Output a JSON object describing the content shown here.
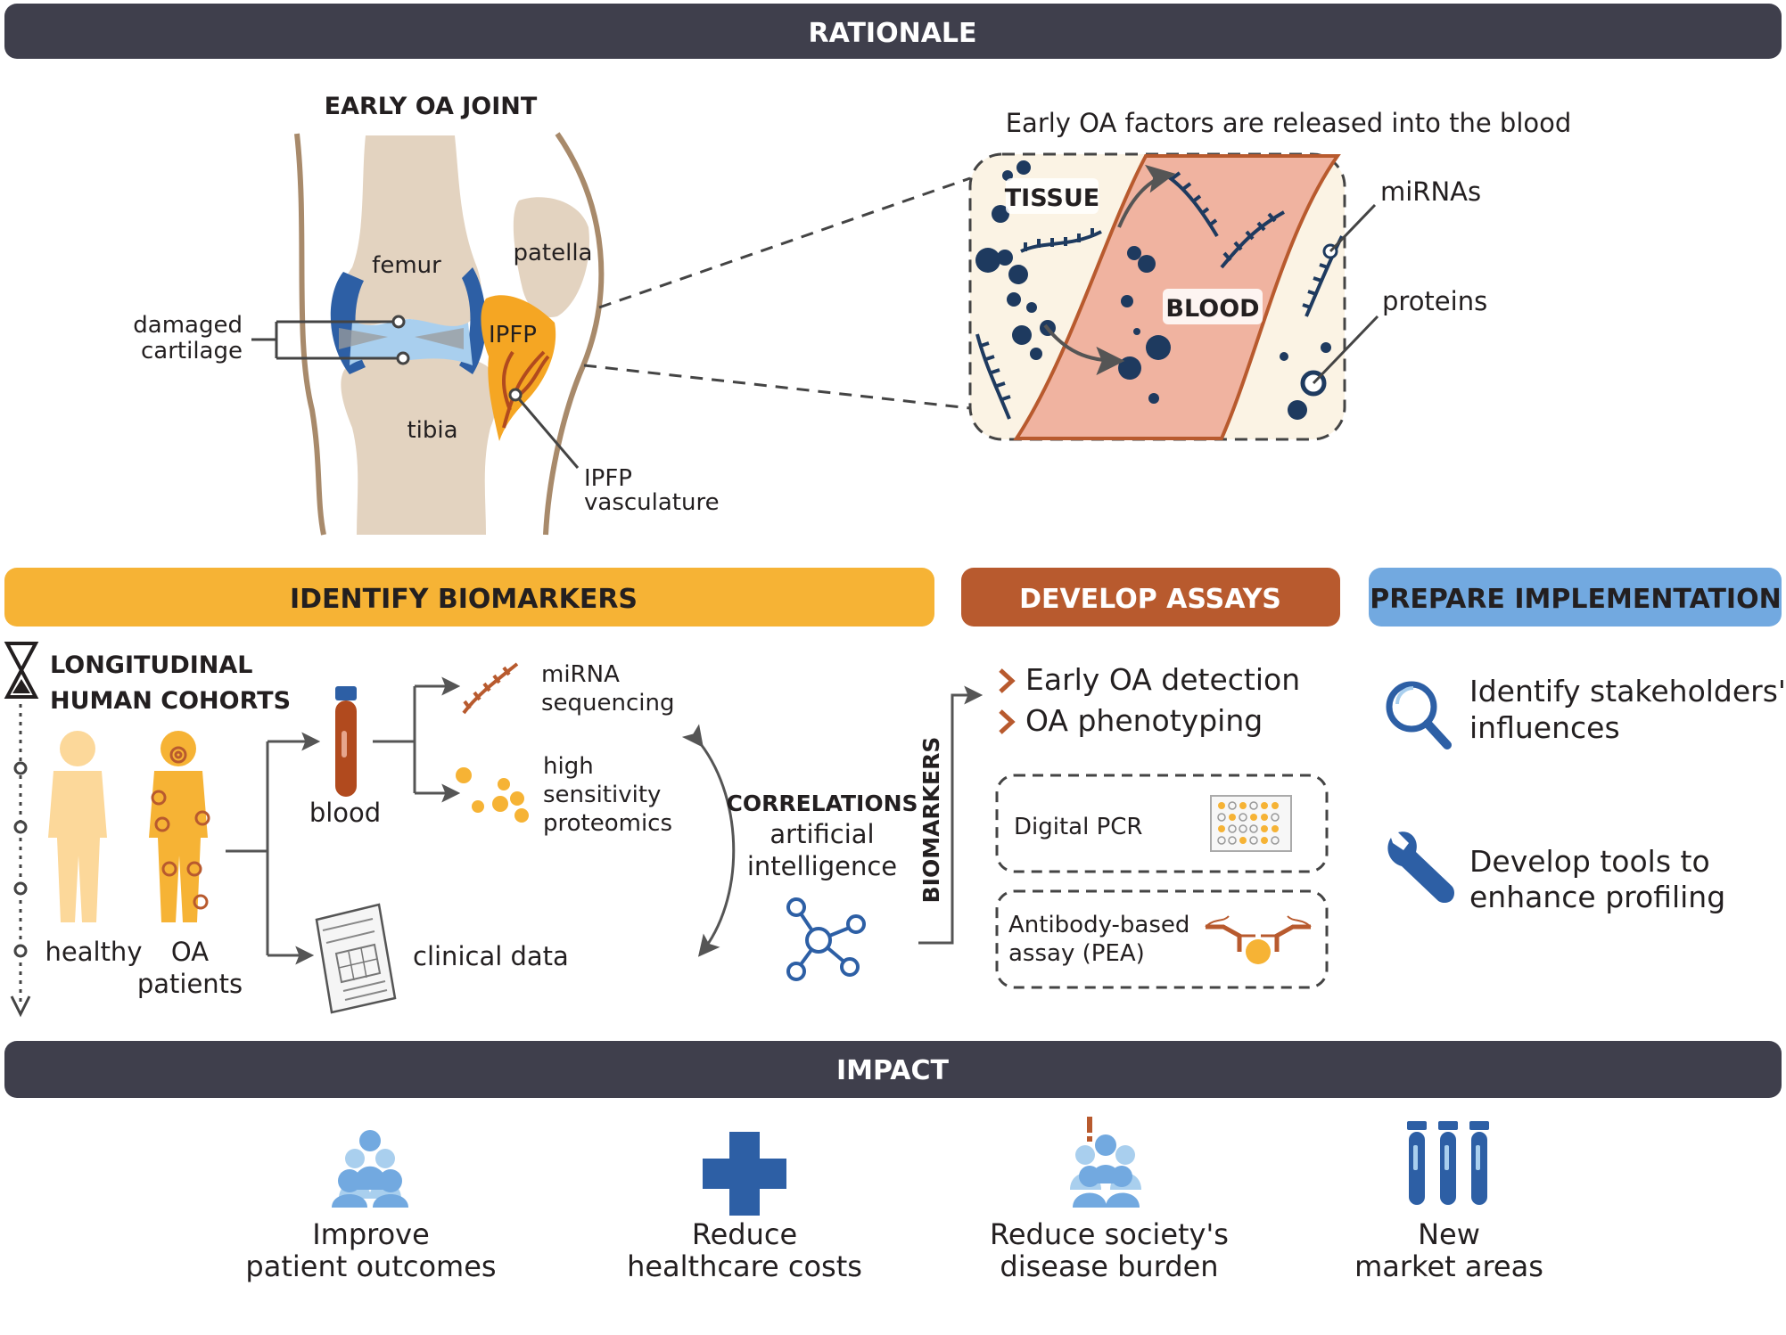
{
  "rationale": {
    "title": "RATIONALE",
    "joint_title": "EARLY OA JOINT",
    "femur": "femur",
    "patella": "patella",
    "tibia": "tibia",
    "ipfp": "IPFP",
    "damaged_cartilage_1": "damaged",
    "damaged_cartilage_2": "cartilage",
    "ipfp_vasc_1": "IPFP",
    "ipfp_vasc_2": "vasculature",
    "release_title": "Early OA factors are released into the blood",
    "tissue": "TISSUE",
    "blood": "BLOOD",
    "mirnas": "miRNAs",
    "proteins": "proteins"
  },
  "identify": {
    "title": "IDENTIFY BIOMARKERS",
    "cohorts_1": "LONGITUDINAL",
    "cohorts_2": "HUMAN COHORTS",
    "healthy": "healthy",
    "oa_1": "OA",
    "oa_2": "patients",
    "blood": "blood",
    "mirna_1": "miRNA",
    "mirna_2": "sequencing",
    "prot_1": "high",
    "prot_2": "sensitivity",
    "prot_3": "proteomics",
    "clinical": "clinical data",
    "corr_1": "CORRELATIONS",
    "corr_2": "artificial",
    "corr_3": "intelligence",
    "biomarkers": "BIOMARKERS"
  },
  "develop": {
    "title": "DEVELOP ASSAYS",
    "item1": "Early OA detection",
    "item2": "OA phenotyping",
    "pcr": "Digital PCR",
    "pea_1": "Antibody-based",
    "pea_2": "assay (PEA)"
  },
  "prepare": {
    "title": "PREPARE IMPLEMENTATION",
    "item1_1": "Identify stakeholders'",
    "item1_2": "influences",
    "item2_1": "Develop tools to",
    "item2_2": "enhance profiling"
  },
  "impact": {
    "title": "IMPACT",
    "items": [
      {
        "line1": "Improve",
        "line2": "patient outcomes",
        "icon": "patients-group-icon"
      },
      {
        "line1": "Reduce",
        "line2": "healthcare costs",
        "icon": "medical-cross-icon"
      },
      {
        "line1": "Reduce society's",
        "line2": "disease burden",
        "icon": "society-burden-icon"
      },
      {
        "line1": "New",
        "line2": "market areas",
        "icon": "test-tubes-icon"
      }
    ]
  },
  "colors": {
    "dark_bar": "#3f3f4c",
    "identify_bar": "#f6b335",
    "develop_bar": "#b85a2e",
    "prepare_bar": "#72a9e0",
    "bone": "#e3d3c0",
    "cartilage": "#a9cfee",
    "ipfp": "#f5a623",
    "blood": "#f0b3a0",
    "navy": "#1e3a5f",
    "icon_blue": "#2d5fa5"
  }
}
